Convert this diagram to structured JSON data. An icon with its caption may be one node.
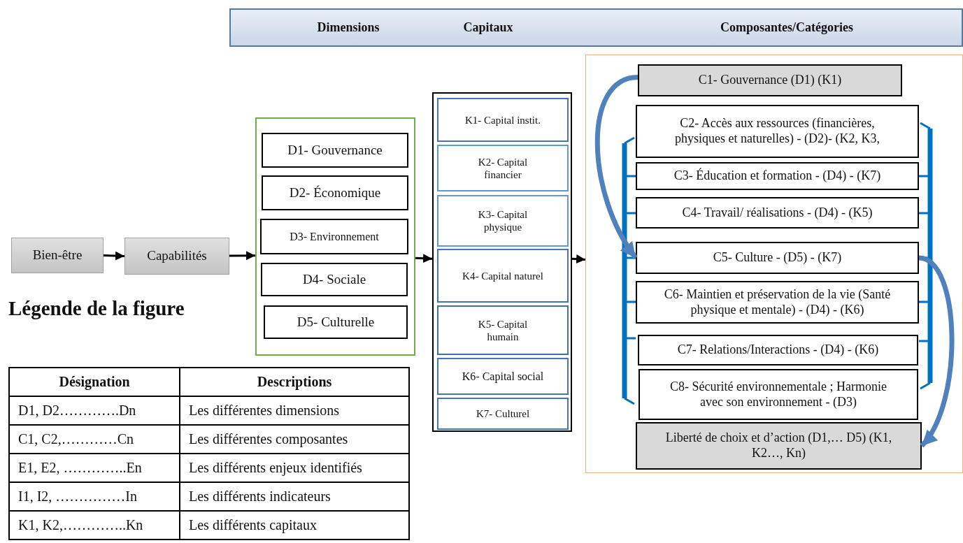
{
  "diagram": {
    "nodes": [
      {
        "text": [
          "Dimensions",
          "Capitaux",
          "Composantes/Catégories"
        ]
      },
      {
        "text": [
          "Bien-être"
        ]
      },
      {
        "text": [
          "Capabilités"
        ]
      },
      {
        "text": [],
        "shape": "box"
      },
      {
        "text": [
          "D1- Gouvernance"
        ],
        "in": 3
      },
      {
        "text": [
          "D2- Économique"
        ],
        "in": 3
      },
      {
        "text": [
          "D3- Environnement"
        ],
        "in": 3
      },
      {
        "text": [
          "D4- Sociale"
        ],
        "in": 3
      },
      {
        "text": [
          "D5- Culturelle"
        ],
        "in": 3
      },
      {
        "text": [],
        "shape": "box"
      },
      {
        "text": [
          "K1- Capital instit."
        ],
        "in": 9
      },
      {
        "text": [
          "K2- Capital financier"
        ],
        "in": 9
      },
      {
        "text": [
          "K3- Capital physique"
        ],
        "in": 9
      },
      {
        "text": [
          "K4- Capital naturel"
        ],
        "in": 9
      },
      {
        "text": [
          "K5- Capital humain"
        ],
        "in": 9
      },
      {
        "text": [
          "K6- Capital social"
        ],
        "in": 9
      },
      {
        "text": [
          "K7- Culturel"
        ],
        "in": 9
      },
      {
        "text": [],
        "shape": "box"
      },
      {
        "text": [
          "C1- Gouvernance (D1) (K1)"
        ],
        "in": 17
      },
      {
        "text": [
          "C2- Accès aux ressources (financières, physiques et naturelles) - (D2)- (K2, K3,"
        ],
        "in": 17
      },
      {
        "text": [
          "C3- Éducation et formation -  (D4) - (K7)"
        ],
        "in": 17
      },
      {
        "text": [
          "C4- Travail/ réalisations - (D4) - (K5)"
        ],
        "in": 17
      },
      {
        "text": [
          "C5- Culture - (D5) - (K7)"
        ],
        "in": 17
      },
      {
        "text": [
          "C6- Maintien et préservation de la vie (Santé physique et mentale) - (D4) - (K6)"
        ],
        "in": 17
      },
      {
        "text": [
          "C7- Relations/Interactions - (D4) - (K6)"
        ],
        "in": 17
      },
      {
        "text": [
          "C8- Sécurité environnementale ; Harmonie avec son environnement - (D3)"
        ],
        "in": 17
      },
      {
        "text": [
          "Liberté de choix et d’action (D1,… D5) (K1, K2…, Kn)"
        ],
        "in": 17
      }
    ],
    "edges": [
      {
        "from": 1,
        "to": 2,
        "arrow": "to"
      },
      {
        "from": 2,
        "to": 3,
        "arrow": "to"
      },
      {
        "from": 3,
        "to": 9,
        "arrow": "to"
      },
      {
        "from": 9,
        "to": 17,
        "arrow": "to"
      },
      {
        "from": 18,
        "to": 22,
        "arrow": "to",
        "style": "thick",
        "color": "#4f81bd"
      },
      {
        "from": 22,
        "to": 26,
        "arrow": "to",
        "style": "thick",
        "color": "#4f81bd"
      }
    ],
    "labels": [
      "Légende de la figure",
      "Désignation",
      "Descriptions",
      "D1, D2………….Dn",
      "Les différentes dimensions",
      "C1, C2,…………Cn",
      "Les différentes composantes",
      "E1, E2, …………..En",
      "Les différents enjeux identifiés",
      "I1, I2, ……………In",
      "Les différents indicateurs",
      "K1, K2,…………..Kn",
      "Les différents capitaux"
    ]
  }
}
